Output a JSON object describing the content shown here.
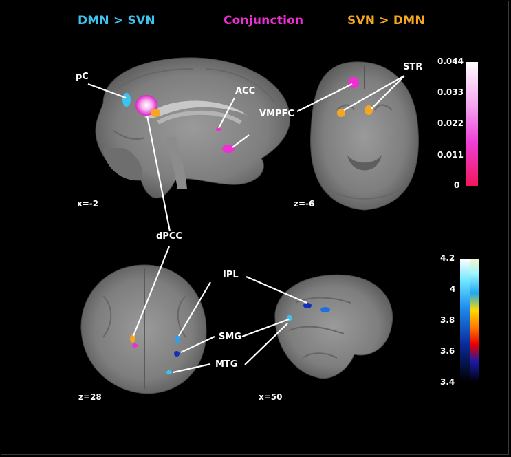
{
  "headers": {
    "left": "DMN > SVN",
    "middle": "Conjunction",
    "right": "SVN > DMN"
  },
  "colors": {
    "dmn_gt_svn": "#3ec3ee",
    "conjunction": "#ee2fd4",
    "svn_gt_dmn": "#f4a623"
  },
  "labels": {
    "pc": "pC",
    "acc": "ACC",
    "vmpfc": "VMPFC",
    "str": "STR",
    "dpcc": "dPCC",
    "ipl": "IPL",
    "smg": "SMG",
    "mtg": "MTG"
  },
  "coords": {
    "sagittal_top": "x=-2",
    "axial_top": "z=-6",
    "axial_bottom": "z=28",
    "sagittal_bottom": "x=50"
  },
  "colorbar_top": {
    "ticks": [
      "0.044",
      "0.033",
      "0.022",
      "0.011",
      "0"
    ]
  },
  "colorbar_bottom": {
    "ticks": [
      "4.2",
      "4",
      "3.8",
      "3.6",
      "3.4"
    ]
  }
}
